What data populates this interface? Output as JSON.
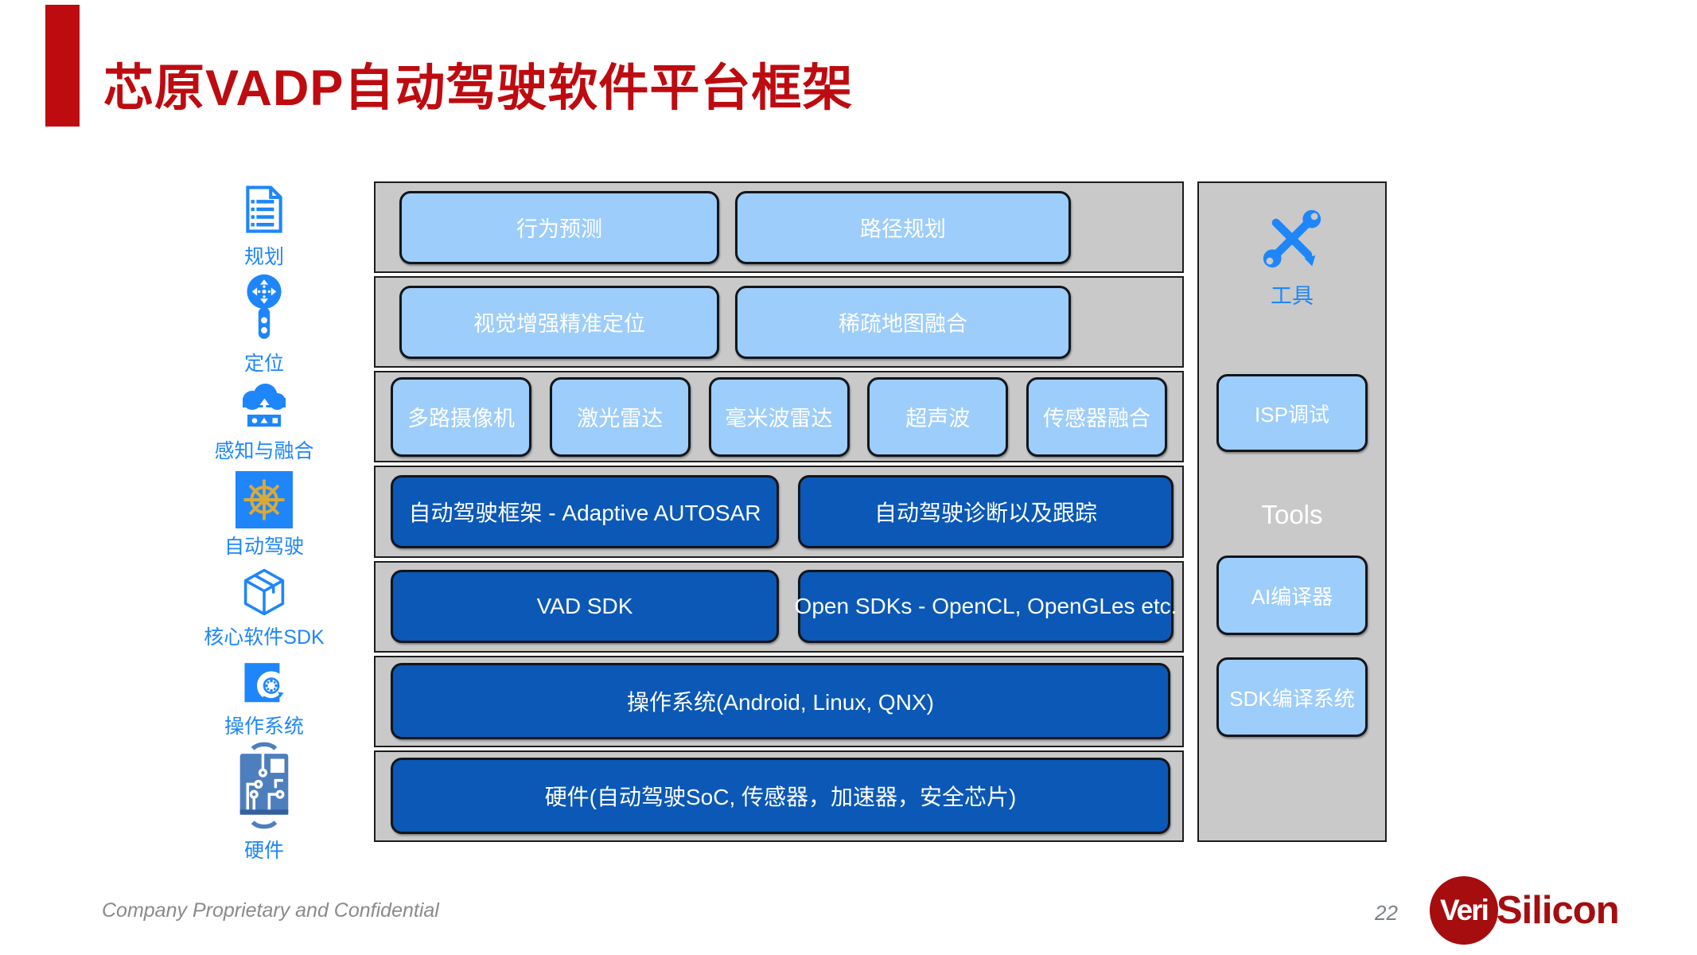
{
  "colors": {
    "accent_red": "#BE0B10",
    "logo_red": "#A50D0F",
    "light_blue": "#9DCDFB",
    "dark_blue": "#0B58B6",
    "icon_blue": "#1E86FA",
    "panel_gray": "#C9C9C9"
  },
  "slide": {
    "title": "芯原VADP自动驾驶软件平台框架",
    "footer": {
      "confidential": "Company Proprietary and Confidential",
      "page_number": "22",
      "logo": {
        "veri": "Veri",
        "silicon": "Silicon"
      }
    }
  },
  "sidebar": {
    "items": [
      {
        "icon": "planning-document-icon",
        "label": "规划"
      },
      {
        "icon": "localization-joystick-icon",
        "label": "定位"
      },
      {
        "icon": "perception-cloud-icon",
        "label": "感知与融合"
      },
      {
        "icon": "autodrive-helm-icon",
        "label": "自动驾驶"
      },
      {
        "icon": "core-sdk-cube-icon",
        "label": "核心软件SDK"
      },
      {
        "icon": "os-disc-icon",
        "label": "操作系统"
      },
      {
        "icon": "hardware-circuit-icon",
        "label": "硬件"
      }
    ]
  },
  "diagram": {
    "rows": [
      {
        "style": "light",
        "boxes": [
          "行为预测",
          "路径规划"
        ]
      },
      {
        "style": "light",
        "boxes": [
          "视觉增强精准定位",
          "稀疏地图融合"
        ]
      },
      {
        "style": "light",
        "boxes": [
          "多路摄像机",
          "激光雷达",
          "毫米波雷达",
          "超声波",
          "传感器融合"
        ]
      },
      {
        "style": "dark",
        "boxes": [
          "自动驾驶框架 - Adaptive AUTOSAR",
          "自动驾驶诊断以及跟踪"
        ]
      },
      {
        "style": "dark",
        "boxes": [
          "VAD SDK",
          "Open SDKs - OpenCL, OpenGLes etc."
        ]
      },
      {
        "style": "dark",
        "boxes": [
          "操作系统(Android, Linux, QNX)"
        ]
      },
      {
        "style": "dark",
        "boxes": [
          "硬件(自动驾驶SoC, 传感器，加速器，安全芯片)"
        ]
      }
    ]
  },
  "tools_panel": {
    "icon": "crossed-tools-icon",
    "icon_label": "工具",
    "items": [
      {
        "style": "light-box",
        "label": "ISP调试"
      },
      {
        "style": "text",
        "label": "Tools"
      },
      {
        "style": "light-box",
        "label": "AI编译器"
      },
      {
        "style": "light-box",
        "label": "SDK编译系统"
      }
    ]
  }
}
